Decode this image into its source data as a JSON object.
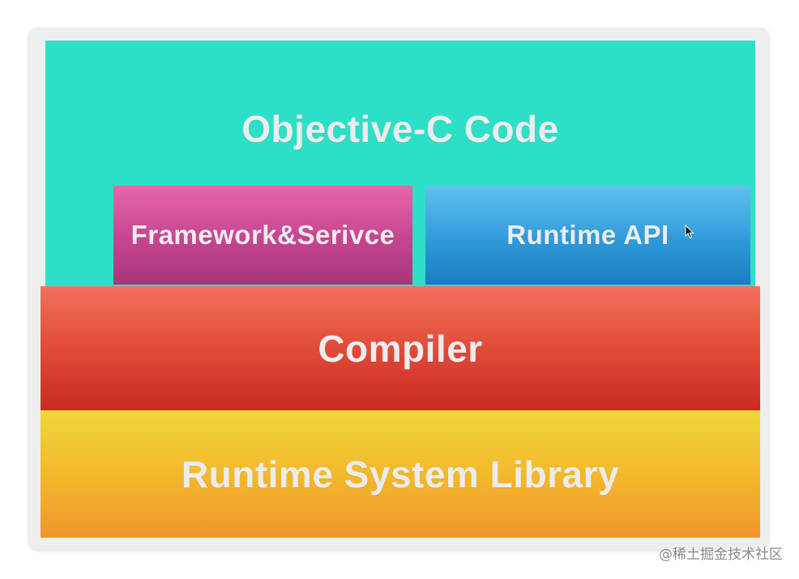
{
  "diagram": {
    "layers": {
      "objc_code": "Objective-C Code",
      "framework_service": "Framework&Serivce",
      "runtime_api": "Runtime API",
      "compiler": "Compiler",
      "runtime_system_library": "Runtime System Library"
    },
    "colors": {
      "objc_code": "#2ddfc7",
      "framework_service": "#c64490",
      "runtime_api": "#2f9ad8",
      "compiler": "#e14b3a",
      "runtime_system_library": "#f2b92c"
    }
  },
  "cursor_icon": "mouse-pointer-icon",
  "watermark": "@稀土掘金技术社区"
}
